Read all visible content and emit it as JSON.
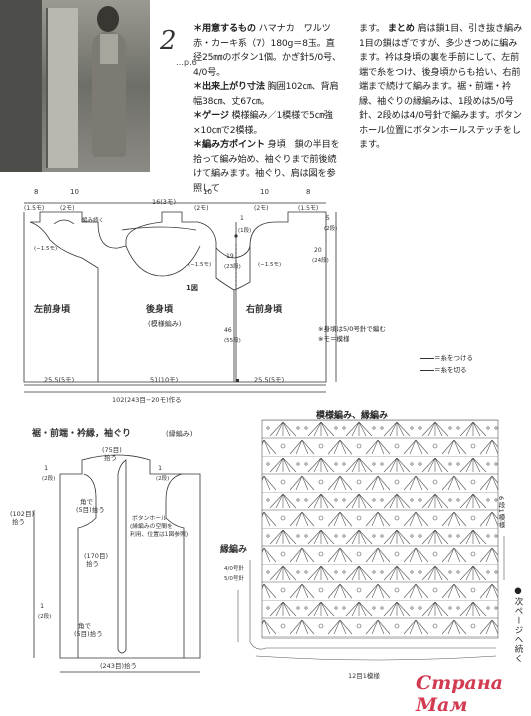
{
  "header": {
    "pattern_number": "2",
    "page_ref": "…p.6"
  },
  "instructions": {
    "materials_heading": "＊用意するもの",
    "materials_text": "ハマナカ　ワルツ赤・カーキ系（7）180g＝8玉。直径25㎜のボタン1個。かぎ針5/0号、4/0号。",
    "size_heading": "＊出来上がり寸法",
    "size_text": "胸囲102㎝、背肩幅38㎝、丈67㎝。",
    "gauge_heading": "＊ゲージ",
    "gauge_text": "模様編み／1模様で5㎝強×10㎝で2模様。",
    "points_heading": "＊編み方ポイント",
    "points_text": "身頃　鎖の半目を拾って編み始め、袖ぐりまで前後続けて編みます。袖ぐり、肩は図を参照して",
    "col2_text": "ます。",
    "finish_heading": "まとめ",
    "finish_text": "肩は鎖1目、引き抜き編み1目の鎖はぎですが、多少きつめに編みます。衿は身頃の裏を手前にして、左前端で糸をつけ、後身頃からも拾い、右前端まで続けて編みます。裾・前端・衿縁、袖ぐりの縁編みは、1段めは5/0号針、2段めは4/0号針で編みます。ボタンホール位置にボタンホールステッチをします。"
  },
  "diagram1": {
    "title": "1図",
    "left_front": "左前身頃",
    "back": "後身頃",
    "back_sub": "(模様編み)",
    "right_front": "右前身頃",
    "dims": {
      "top_8": "8",
      "top_8_m": "(1.5モ)",
      "top_10a": "10",
      "top_10a_m": "(2モ)",
      "top_16": "16(3モ)",
      "top_10b": "10",
      "top_10b_m": "(2モ)",
      "top_10c": "10",
      "top_10c_m": "(2モ)",
      "top_8b": "8",
      "top_8b_m": "(1.5モ)",
      "tsuzuku": "編み続く",
      "one": "1",
      "one_m": "(1段)",
      "r_5": "5",
      "r_5_m": "(2段)",
      "r_20": "20",
      "r_20_m": "(24段)",
      "c_19": "19",
      "c_19_m": "(23段)",
      "c_46": "46",
      "c_46_m": "(55段)",
      "minus_a": "(−1.5モ)",
      "minus_b": "(−1.5モ)",
      "minus_c": "(−1.5モ)",
      "bot_left": "25.5(5モ)",
      "bot_mid": "51(10モ)",
      "bot_right": "25.5(5モ)",
      "total": "102(243目−20モ)作る"
    },
    "notes": {
      "n1": "※身頃は5/0号針で編む",
      "n2": "※モ＝模様",
      "leg1": "＝糸をつける",
      "leg2": "＝糸を切る"
    }
  },
  "diagram2": {
    "title": "裾・前端・衿縁，袖ぐり",
    "title_sub": "(縁編み)",
    "top_pick": "(75目)",
    "top_pick_b": "拾う",
    "left_1": "1",
    "left_1_m": "(2段)",
    "sleeve_102": "(102目)",
    "sleeve_102_b": "拾う",
    "corner_a": "角で",
    "corner_a_b": "(5目)拾う",
    "btn": "ボタンホール",
    "btn_b": "(縁編みの空間を",
    "btn_c": "利用、位置は1図参照)",
    "front_170": "(170目)",
    "front_170_b": "拾う",
    "corner_b": "角で",
    "corner_b_b": "(5目)拾う",
    "hem_243": "(243目)拾う",
    "right_1": "1",
    "right_1_m": "(2段)",
    "left_1b": "1",
    "left_1b_m": "(2段)"
  },
  "chart": {
    "title": "模様編み、縁編み",
    "edge_label": "縁編み",
    "needle_a": "4/0号針",
    "needle_b": "5/0号針",
    "row_label": "6段1模様",
    "repeat_label": "12目1模様",
    "next_page": "●次ページへ続く"
  },
  "watermark": "Страна Мам"
}
